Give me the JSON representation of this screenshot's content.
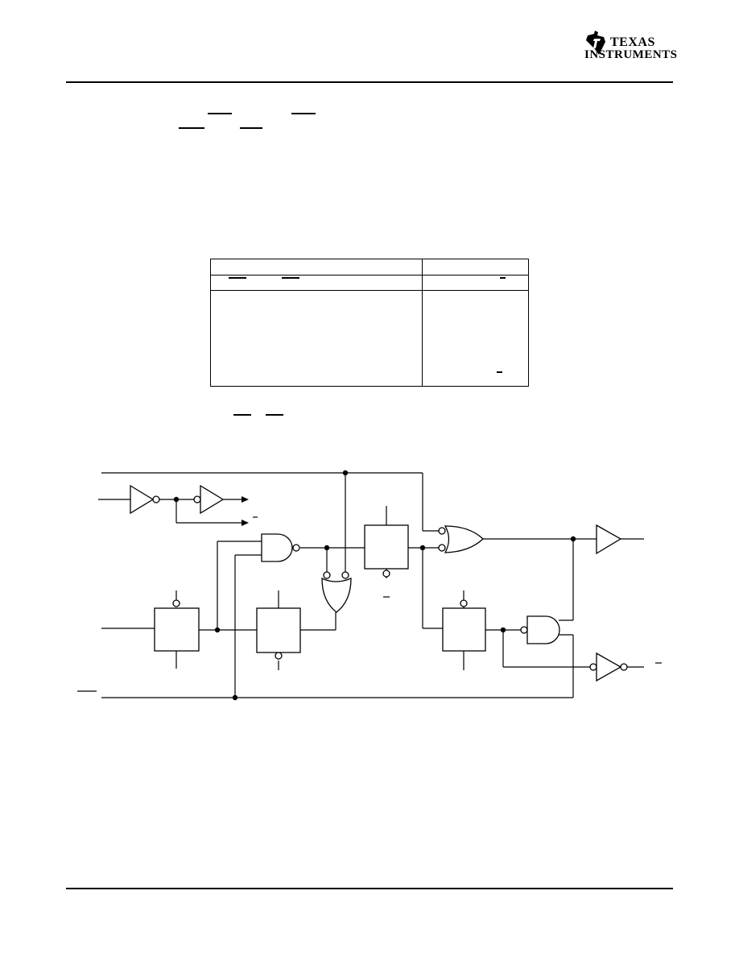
{
  "header": {
    "brand": "TEXAS INSTRUMENTS",
    "brand_line1": "TEXAS",
    "brand_line2": "INSTRUMENTS",
    "logo_icon": "ti-logo-icon"
  },
  "table": {
    "rows": 3,
    "columns": 2
  },
  "diagram": {
    "description_icons": [
      "inverter-icon",
      "buffer-icon",
      "nand-gate-icon",
      "nor-gate-icon",
      "flip-flop-icon",
      "and-gate-icon"
    ]
  }
}
